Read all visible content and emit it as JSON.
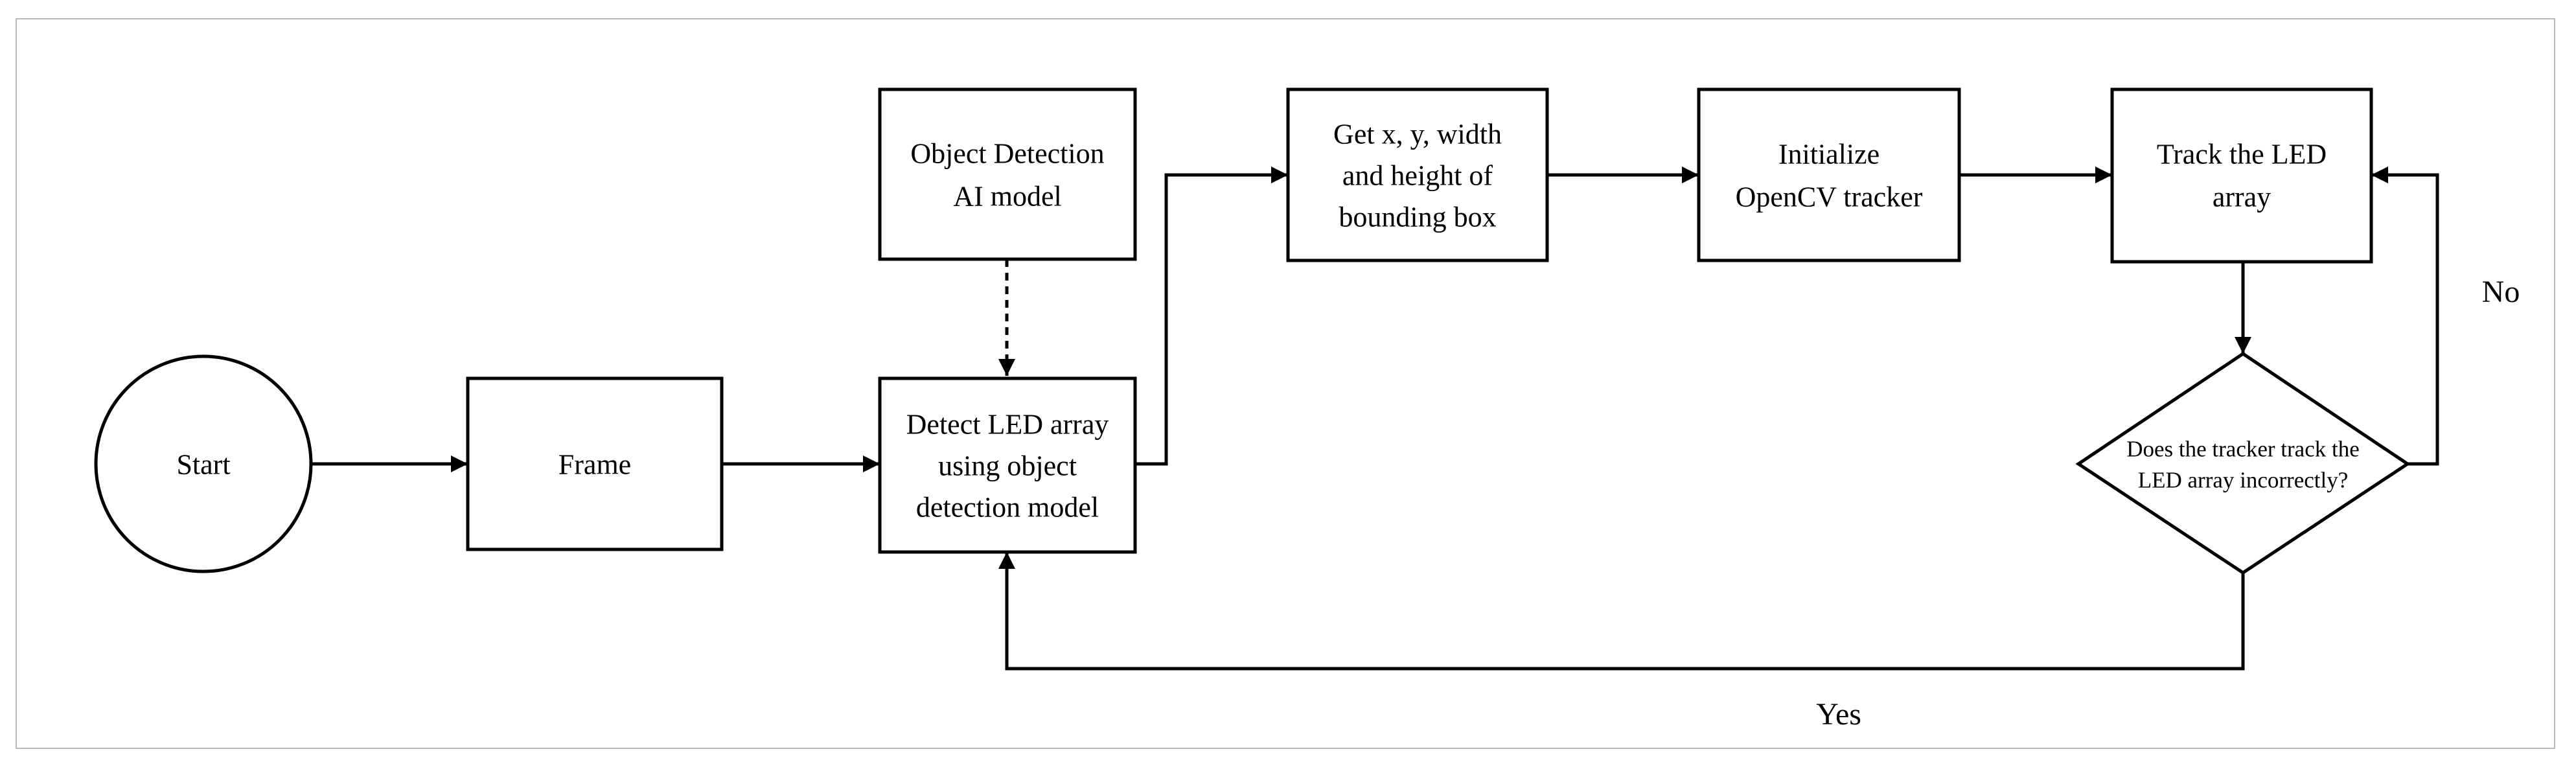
{
  "colors": {
    "stroke": "#000000",
    "fill": "#ffffff",
    "border": "#b8b8b8",
    "text": "#000000"
  },
  "nodes": {
    "start": {
      "lines": [
        "Start"
      ]
    },
    "frame": {
      "lines": [
        "Frame"
      ]
    },
    "detect": {
      "lines": [
        "Detect LED array",
        "using object",
        "detection model"
      ]
    },
    "ai_model": {
      "lines": [
        "Object Detection",
        "AI model"
      ]
    },
    "get_bbox": {
      "lines": [
        "Get x, y, width",
        "and height of",
        "bounding box"
      ]
    },
    "init_tracker": {
      "lines": [
        "Initialize",
        "OpenCV tracker"
      ]
    },
    "track": {
      "lines": [
        "Track the LED",
        "array"
      ]
    },
    "decision": {
      "lines": [
        "Does the tracker track the",
        "LED array incorrectly?"
      ]
    }
  },
  "edge_labels": {
    "no": "No",
    "yes": "Yes"
  }
}
